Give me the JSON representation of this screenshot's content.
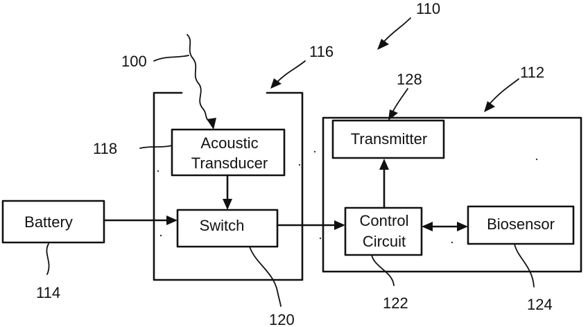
{
  "blocks": {
    "battery": "Battery",
    "acoustic_transducer_line1": "Acoustic",
    "acoustic_transducer_line2": "Transducer",
    "switch": "Switch",
    "transmitter": "Transmitter",
    "control_circuit_line1": "Control",
    "control_circuit_line2": "Circuit",
    "biosensor": "Biosensor"
  },
  "reference_numerals": {
    "r100": "100",
    "r110": "110",
    "r112": "112",
    "r114": "114",
    "r116": "116",
    "r118": "118",
    "r120": "120",
    "r122": "122",
    "r124": "124",
    "r128": "128"
  },
  "colors": {
    "ink": "#111111",
    "background": "#ffffff"
  }
}
